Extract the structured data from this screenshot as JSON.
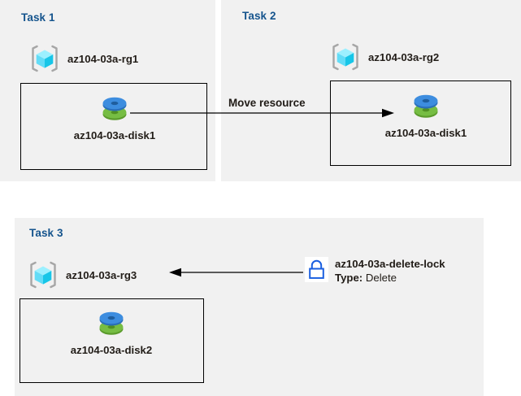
{
  "diagram": {
    "title_color": "#15548d",
    "panel_bg": "#f1f1f1",
    "page_bg": "#ffffff"
  },
  "panels": [
    {
      "id": "task1",
      "title": "Task 1",
      "resource_group": {
        "name": "az104-03a-rg1",
        "icon": "azure-resource-group-icon"
      },
      "resource": {
        "name": "az104-03a-disk1",
        "icon": "azure-disk-icon"
      }
    },
    {
      "id": "task2",
      "title": "Task 2",
      "resource_group": {
        "name": "az104-03a-rg2",
        "icon": "azure-resource-group-icon"
      },
      "resource": {
        "name": "az104-03a-disk1",
        "icon": "azure-disk-icon"
      }
    },
    {
      "id": "task3",
      "title": "Task 3",
      "resource_group": {
        "name": "az104-03a-rg3",
        "icon": "azure-resource-group-icon"
      },
      "resource": {
        "name": "az104-03a-disk2",
        "icon": "azure-disk-icon"
      }
    }
  ],
  "connectors": [
    {
      "id": "move-resource",
      "label": "Move resource",
      "direction": "right",
      "from": "az104-03a-disk1 (Task 1)",
      "to": "az104-03a-disk1 (Task 2)"
    },
    {
      "id": "delete-lock-applies-to-rg3",
      "label": "",
      "direction": "left",
      "from": "az104-03a-delete-lock",
      "to": "az104-03a-rg3"
    }
  ],
  "lock_annotation": {
    "icon": "lock-icon",
    "name": "az104-03a-delete-lock",
    "type_key": "Type:",
    "type_value": "Delete"
  },
  "colors": {
    "disk_top": "#3d8ddf",
    "disk_bottom": "#6ebe3f",
    "rg_cube": "#50e6ff",
    "rg_bracket": "#a3a3a3",
    "lock_stroke": "#1a5fe0",
    "arrow_stroke": "#000000",
    "box_border": "#000000"
  }
}
